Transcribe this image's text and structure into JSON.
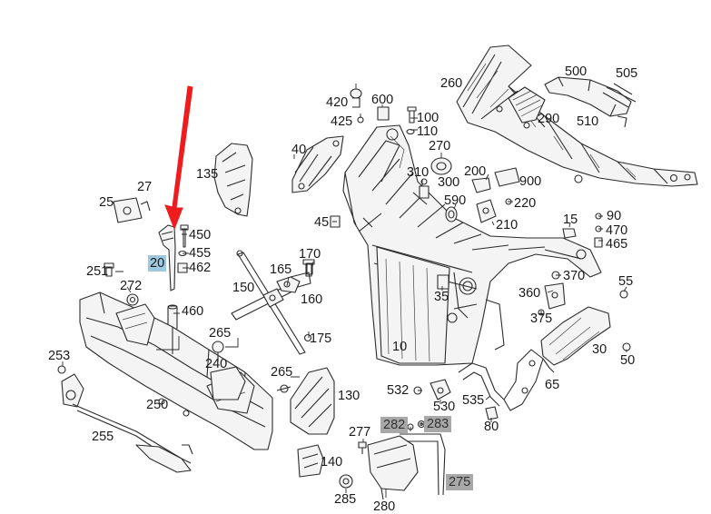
{
  "callouts": {
    "c20": "20",
    "c25": "25",
    "c27": "27",
    "c135": "135",
    "c450": "450",
    "c455": "455",
    "c462": "462",
    "c460": "460",
    "c251": "251",
    "c272": "272",
    "c253": "253",
    "c250": "250",
    "c255": "255",
    "c265a": "265",
    "c240": "240",
    "c265b": "265",
    "c150": "150",
    "c165": "165",
    "c170": "170",
    "c160": "160",
    "c175": "175",
    "c40": "40",
    "c45": "45",
    "c420": "420",
    "c425": "425",
    "c600": "600",
    "c100": "100",
    "c110": "110",
    "c270": "270",
    "c310": "310",
    "c300": "300",
    "c200": "200",
    "c590": "590",
    "c220": "220",
    "c210": "210",
    "c900": "900",
    "c260": "260",
    "c290": "290",
    "c500": "500",
    "c505": "505",
    "c510": "510",
    "c15": "15",
    "c90": "90",
    "c470": "470",
    "c465": "465",
    "c370": "370",
    "c55": "55",
    "c360": "360",
    "c375": "375",
    "c30": "30",
    "c50": "50",
    "c35": "35",
    "c10": "10",
    "c65": "65",
    "c80": "80",
    "c532": "532",
    "c530": "530",
    "c535": "535",
    "c130": "130",
    "c282": "282",
    "c283": "283",
    "c277": "277",
    "c140": "140",
    "c285": "285",
    "c280": "280",
    "c275": "275"
  },
  "colors": {
    "arrow": "#ee1c1c",
    "highlight_blue": "#9cc8e0",
    "highlight_gray": "#a8a8a8",
    "line": "#2b2b2b"
  }
}
